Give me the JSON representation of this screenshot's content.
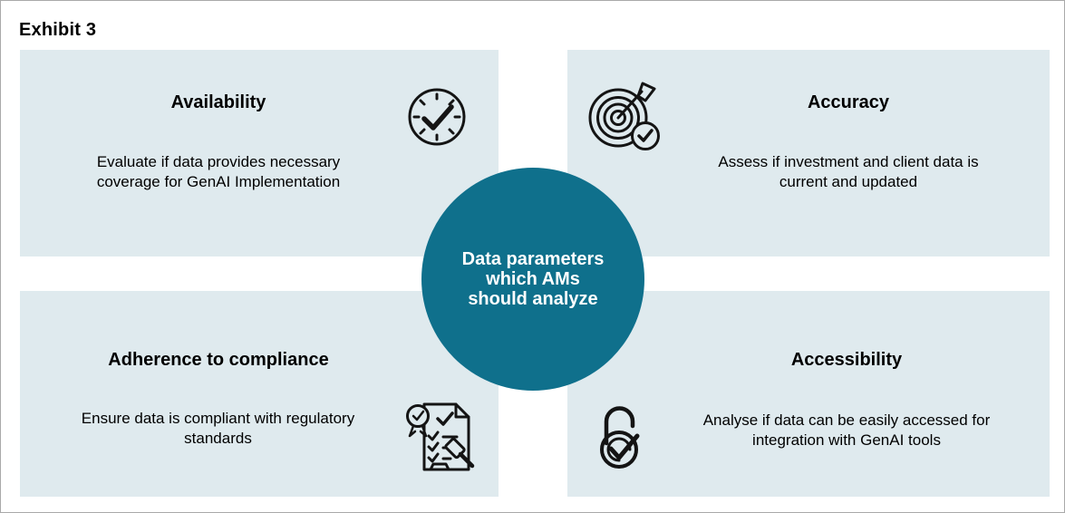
{
  "exhibit_label": "Exhibit 3",
  "center": {
    "lines": [
      "Data parameters",
      "which AMs",
      "should analyze"
    ]
  },
  "quadrants": [
    {
      "key": "availability",
      "title": "Availability",
      "description": "Evaluate if data provides necessary coverage for GenAI Implementation",
      "icon": "clock-check-icon"
    },
    {
      "key": "accuracy",
      "title": "Accuracy",
      "description": "Assess if investment and client data is current and updated",
      "icon": "target-arrow-check-icon"
    },
    {
      "key": "adherence-to-compliance",
      "title": "Adherence to compliance",
      "description": "Ensure data is compliant with regulatory standards",
      "icon": "compliance-certificate-gavel-icon"
    },
    {
      "key": "accessibility",
      "title": "Accessibility",
      "description": "Analyse if data can be easily accessed for integration with GenAI tools",
      "icon": "open-padlock-check-icon"
    }
  ],
  "colors": {
    "panel_bg": "#dfeaee",
    "circle_bg": "#0f708c",
    "circle_text": "#ffffff",
    "icon_stroke": "#141414",
    "page_border": "#a9a9a9",
    "text": "#000000"
  }
}
